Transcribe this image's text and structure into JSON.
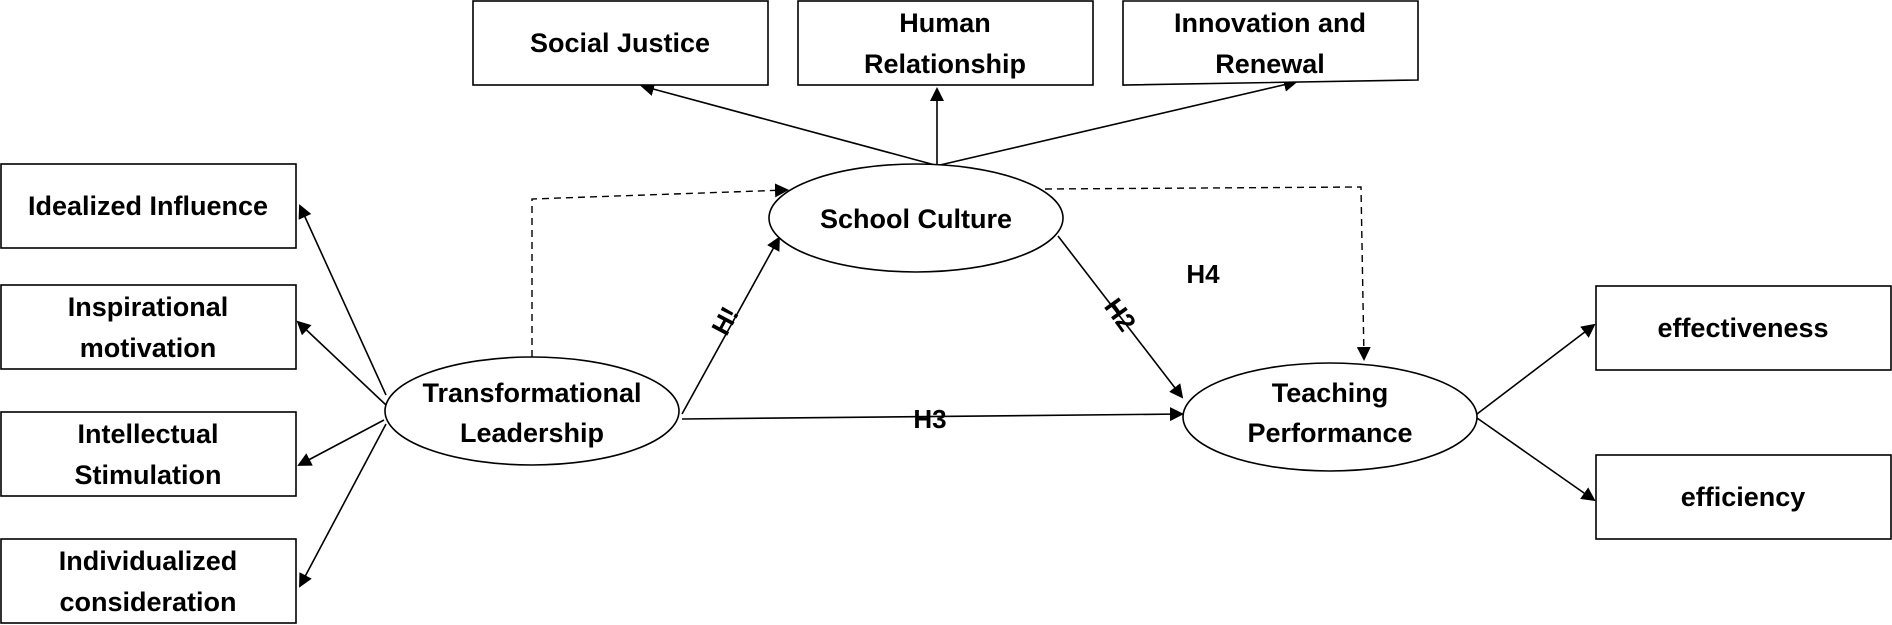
{
  "dimensions": [
    "Idealized Influence",
    "Inspirational motivation",
    "Intellectual Stimulation",
    "Individualized consideration"
  ],
  "culture_dimensions": [
    "Social Justice",
    "Human Relationship",
    "Innovation and Renewal"
  ],
  "performance_dimensions": [
    "effectiveness",
    "efficiency"
  ],
  "constructs": {
    "leadership": "Transformational Leadership",
    "culture": "School Culture",
    "performance": "Teaching Performance"
  },
  "hypotheses": {
    "h1": "H!",
    "h2": "H2",
    "h3": "H3",
    "h4": "H4"
  }
}
